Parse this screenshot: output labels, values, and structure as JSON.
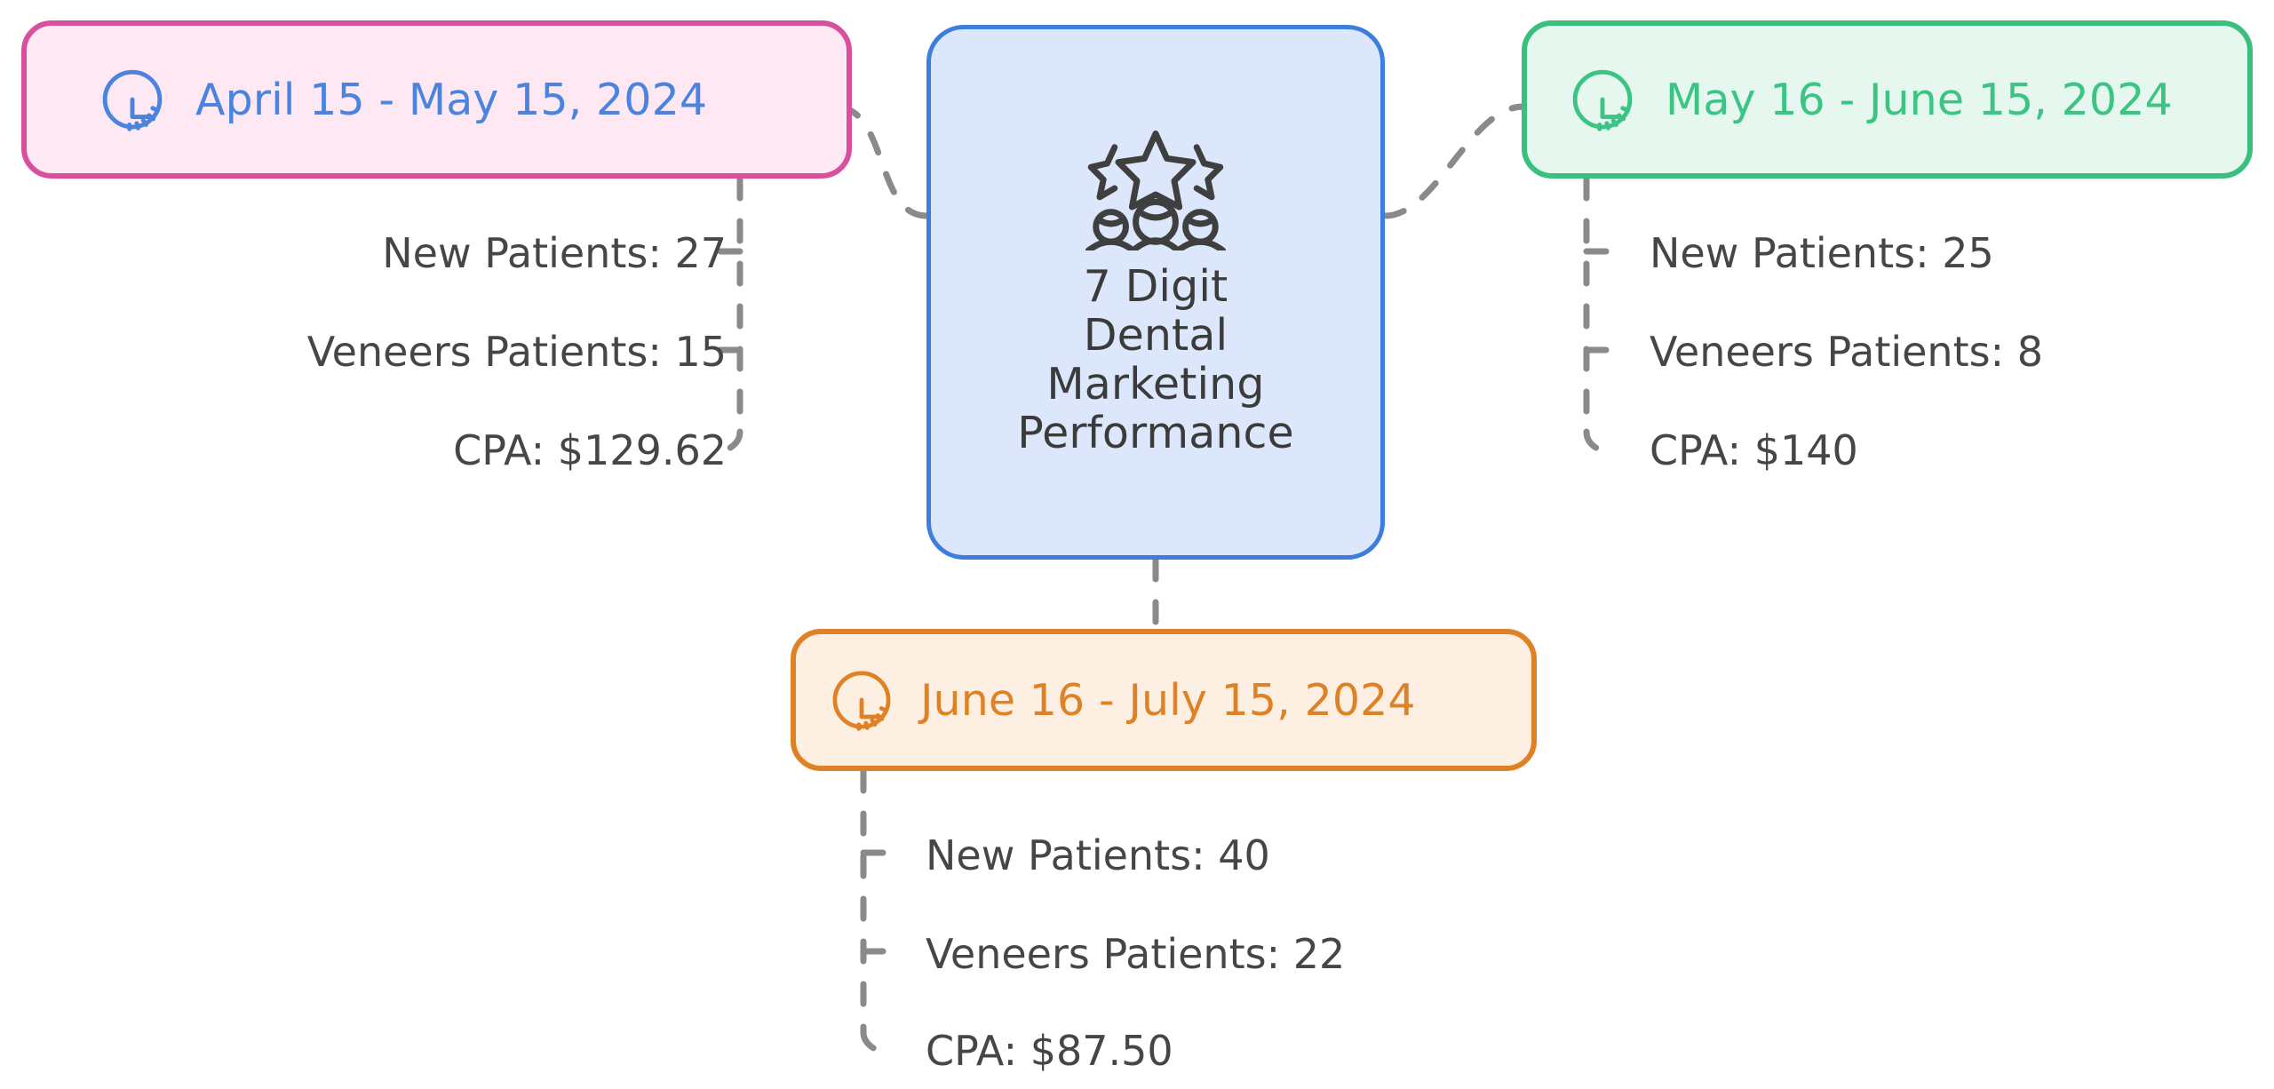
{
  "diagram": {
    "type": "mindmap",
    "background": "#ffffff",
    "edge_color": "#8a8a8a",
    "edge_style": "dashed"
  },
  "root": {
    "label": "7 Digit\nDental\nMarketing\nPerformance",
    "icon": "stars-people-review-icon",
    "fill": "#dce7fb",
    "border": "#3c7ddd",
    "text_color": "#3b3b3b"
  },
  "branches": [
    {
      "id": "april",
      "label": "April 15 - May 15, 2024",
      "icon": "pie-chart-analytics-icon",
      "fill": "#fde8f3",
      "border": "#d94f9d",
      "text_color": "#4a84e0",
      "metrics": [
        {
          "key": "New Patients",
          "value": "27",
          "text": "New Patients: 27"
        },
        {
          "key": "Veneers Patients",
          "value": "15",
          "text": "Veneers Patients: 15"
        },
        {
          "key": "CPA",
          "value": "$129.62",
          "text": "CPA: $129.62"
        }
      ]
    },
    {
      "id": "may",
      "label": "May 16 - June 15, 2024",
      "icon": "pie-chart-analytics-icon",
      "fill": "#e5f7ee",
      "border": "#3bbf7e",
      "text_color": "#3bc483",
      "metrics": [
        {
          "key": "New Patients",
          "value": "25",
          "text": "New Patients: 25"
        },
        {
          "key": "Veneers Patients",
          "value": "8",
          "text": "Veneers Patients: 8"
        },
        {
          "key": "CPA",
          "value": "$140",
          "text": "CPA: $140"
        }
      ]
    },
    {
      "id": "june",
      "label": "June 16 - July 15, 2024",
      "icon": "pie-chart-analytics-icon",
      "fill": "#fdf0e2",
      "border": "#df8125",
      "text_color": "#df8125",
      "metrics": [
        {
          "key": "New Patients",
          "value": "40",
          "text": "New Patients: 40"
        },
        {
          "key": "Veneers Patients",
          "value": "22",
          "text": "Veneers Patients: 22"
        },
        {
          "key": "CPA",
          "value": "$87.50",
          "text": "CPA: $87.50"
        }
      ]
    }
  ]
}
